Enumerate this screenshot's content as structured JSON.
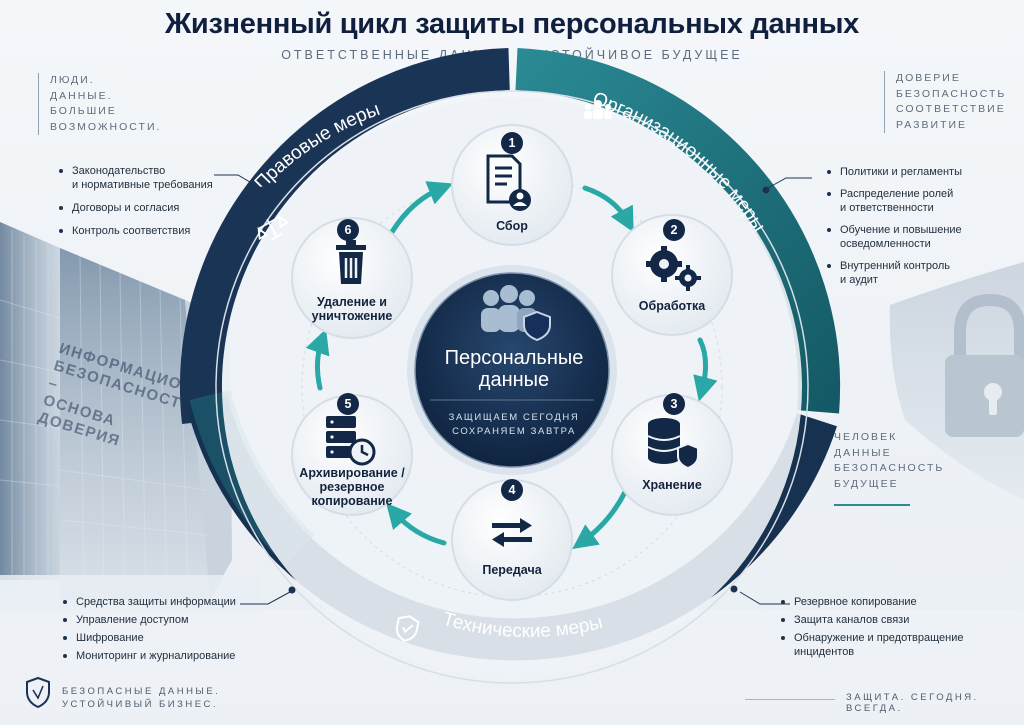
{
  "header": {
    "title": "Жизненный цикл защиты персональных данных",
    "subtitle": "ОТВЕТСТВЕННЫЕ ДАННЫЕ — УСТОЙЧИВОЕ БУДУЩЕЕ"
  },
  "top_left": {
    "lines": [
      "ЛЮДИ.",
      "ДАННЫЕ.",
      "БОЛЬШИЕ",
      "ВОЗМОЖНОСТИ."
    ]
  },
  "top_right": {
    "lines": [
      "ДОВЕРИЕ",
      "БЕЗОПАСНОСТЬ",
      "СООТВЕТСТВИЕ",
      "РАЗВИТИЕ"
    ]
  },
  "mid_right": {
    "lines": [
      "ЧЕЛОВЕК",
      "ДАННЫЕ",
      "БЕЗОПАСНОСТЬ",
      "БУДУЩЕЕ"
    ]
  },
  "building_text": [
    "ИНФОРМАЦИОННАЯ",
    "БЕЗОПАСНОСТЬ –",
    "ОСНОВА ДОВЕРИЯ"
  ],
  "ring": {
    "legal": "Правовые меры",
    "organizational": "Организационные меры",
    "technical": "Технические меры"
  },
  "center": {
    "title_line1": "Персональные",
    "title_line2": "данные",
    "tagline1": "ЗАЩИЩАЕМ СЕГОДНЯ",
    "tagline2": "СОХРАНЯЕМ ЗАВТРА"
  },
  "stages": [
    {
      "num": "1",
      "label": "Сбор",
      "icon": "document-user-icon"
    },
    {
      "num": "2",
      "label": "Обработка",
      "icon": "gears-icon"
    },
    {
      "num": "3",
      "label": "Хранение",
      "icon": "database-shield-icon"
    },
    {
      "num": "4",
      "label": "Передача",
      "icon": "transfer-arrows-icon"
    },
    {
      "num": "5",
      "label": "Архивирование / резервное копирование",
      "label_lines": [
        "Архивирование /",
        "резервное",
        "копирование"
      ],
      "icon": "server-clock-icon"
    },
    {
      "num": "6",
      "label": "Удаление и уничтожение",
      "label_lines": [
        "Удаление и",
        "уничтожение"
      ],
      "icon": "trash-icon"
    }
  ],
  "legal_items": [
    "Законодательство",
    "и нормативные требования",
    "Договоры и согласия",
    "Контроль соответствия"
  ],
  "org_items": [
    "Политики и регламенты",
    "Распределение ролей",
    "и ответственности",
    "Обучение и повышение",
    "осведомленности",
    "Внутренний контроль",
    "и аудит"
  ],
  "tech_left_items": [
    "Средства защиты информации",
    "Управление доступом",
    "Шифрование",
    "Мониторинг и журналирование"
  ],
  "tech_right_items": [
    "Резервное копирование",
    "Защита каналов связи",
    "Обнаружение и предотвращение",
    "инцидентов"
  ],
  "bottom_left": [
    "БЕЗОПАСНЫЕ ДАННЫЕ.",
    "УСТОЙЧИВЫЙ БИЗНЕС."
  ],
  "bottom_right": "ЗАЩИТА. СЕГОДНЯ. ВСЕГДА.",
  "colors": {
    "navy": "#122846",
    "teal": "#1f7480",
    "arrow": "#29a8a6",
    "ring_light": "#eef3f7"
  }
}
